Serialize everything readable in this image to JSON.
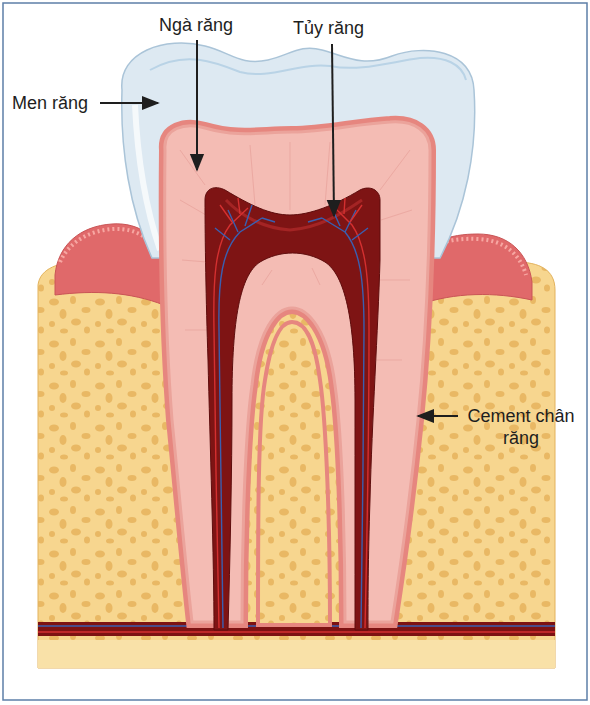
{
  "diagram": {
    "labels": [
      "Ngà răng",
      "Tủy răng",
      "Men răng",
      "Cement chân răng"
    ]
  }
}
